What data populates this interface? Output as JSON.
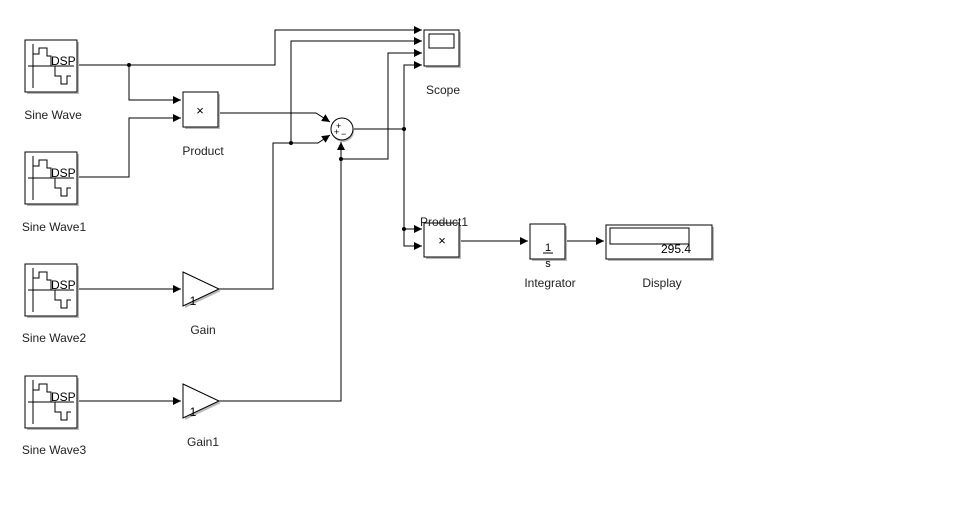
{
  "blocks": {
    "sine_wave": {
      "label": "Sine Wave",
      "icon_text": "DSP"
    },
    "sine_wave1": {
      "label": "Sine Wave1",
      "icon_text": "DSP"
    },
    "sine_wave2": {
      "label": "Sine Wave2",
      "icon_text": "DSP"
    },
    "sine_wave3": {
      "label": "Sine Wave3",
      "icon_text": "DSP"
    },
    "product": {
      "label": "Product",
      "symbol": "×"
    },
    "product1": {
      "label": "Product1",
      "symbol": "×"
    },
    "gain": {
      "label": "Gain",
      "value": "1"
    },
    "gain1": {
      "label": "Gain1",
      "value": "1"
    },
    "sum": {
      "signs": [
        "+",
        "+",
        "−"
      ]
    },
    "scope": {
      "label": "Scope"
    },
    "integrator": {
      "label": "Integrator",
      "numerator": "1",
      "denominator": "s"
    },
    "display": {
      "label": "Display",
      "value": "295.4"
    }
  }
}
